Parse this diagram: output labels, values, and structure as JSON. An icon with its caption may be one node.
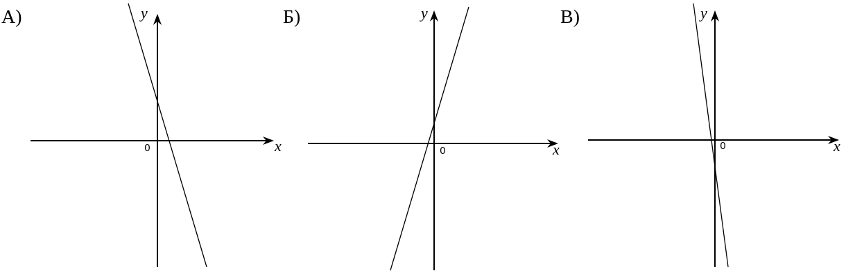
{
  "diagram": {
    "labels": [
      "А)",
      "y",
      "0",
      "x",
      "Б)",
      "y",
      "0",
      "x",
      "В)",
      "y",
      "0",
      "x"
    ]
  }
}
